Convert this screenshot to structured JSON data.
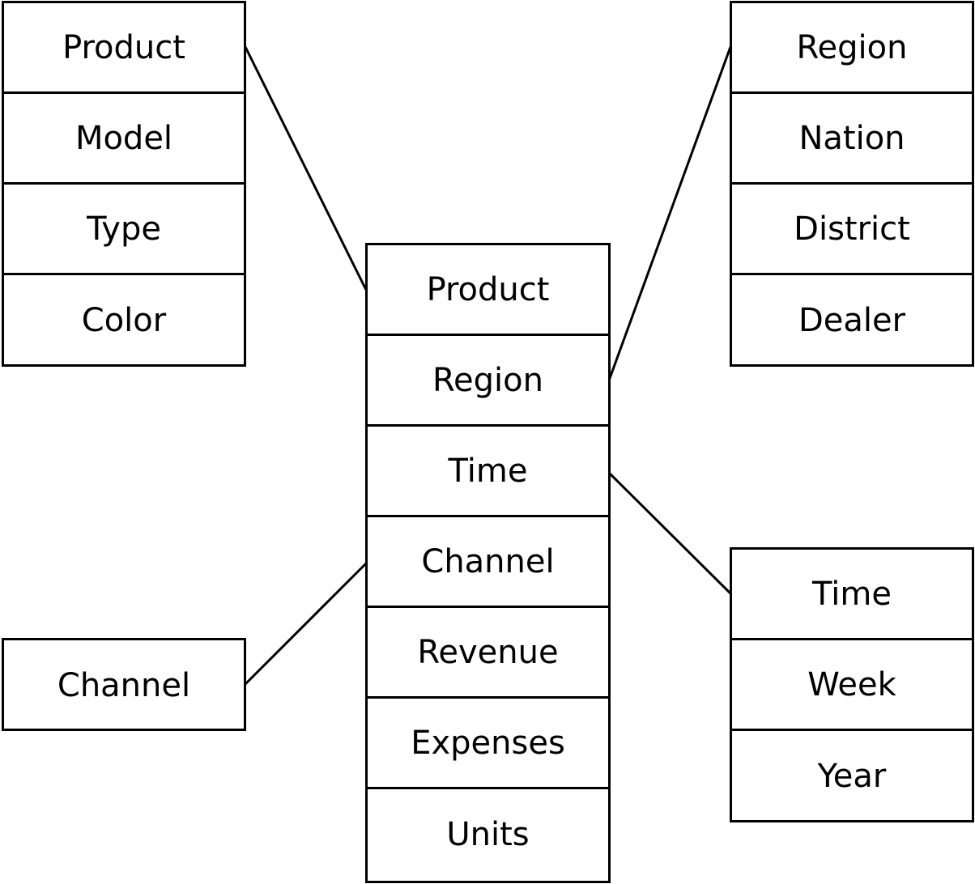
{
  "fact_table": {
    "fields": [
      "Product",
      "Region",
      "Time",
      "Channel",
      "Revenue",
      "Expenses",
      "Units"
    ]
  },
  "dimension_tables": {
    "product": {
      "fields": [
        "Product",
        "Model",
        "Type",
        "Color"
      ]
    },
    "region": {
      "fields": [
        "Region",
        "Nation",
        "District",
        "Dealer"
      ]
    },
    "channel": {
      "fields": [
        "Channel"
      ]
    },
    "time": {
      "fields": [
        "Time",
        "Week",
        "Year"
      ]
    }
  },
  "colors": {
    "line": "#000000",
    "background": "#ffffff",
    "text": "#000000"
  }
}
